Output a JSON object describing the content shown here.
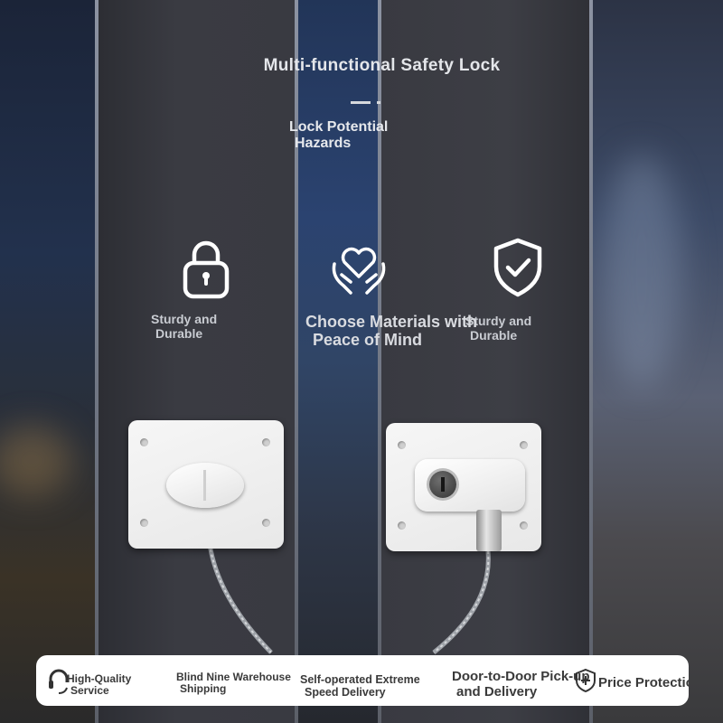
{
  "header": {
    "title": "Multi-functional Safety Lock",
    "subtitle_line1": "Lock Potential",
    "subtitle_line2": "Hazards"
  },
  "features": [
    {
      "icon": "padlock-icon",
      "line1": "Sturdy and",
      "line2": "Durable"
    },
    {
      "icon": "heart-hands-icon",
      "line1": "Choose Materials with",
      "line2": "Peace of Mind"
    },
    {
      "icon": "shield-check-icon",
      "line1": "Sturdy and",
      "line2": "Durable"
    }
  ],
  "service_bar": {
    "items": [
      {
        "icon": "headset-icon",
        "line1": "High-Quality",
        "line2": "Service"
      },
      {
        "line1": "Blind Nine Warehouse",
        "line2": "Shipping"
      },
      {
        "line1": "Self-operated Extreme",
        "line2": "Speed Delivery"
      },
      {
        "line1": "Door-to-Door Pick-up",
        "line2": "and Delivery"
      },
      {
        "icon": "shield-plus-icon",
        "line1": "Price Protection"
      }
    ]
  },
  "colors": {
    "door": "#3a3b42",
    "plate": "#f2f2f2",
    "text": "#e4e6ea",
    "badge_text": "#3a3a3a"
  }
}
